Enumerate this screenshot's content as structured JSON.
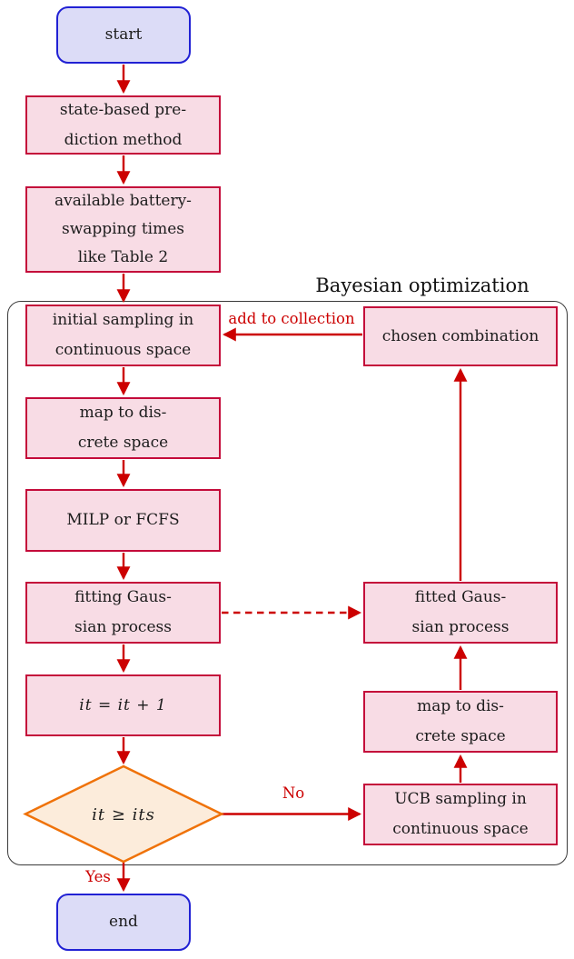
{
  "title": "Bayesian optimization flowchart",
  "group": {
    "label": "Bayesian optimization"
  },
  "nodes": {
    "start": {
      "label": "start"
    },
    "prediction": {
      "line1": "state-based pre-",
      "line2": "diction method"
    },
    "battery": {
      "line1": "available battery-",
      "line2": "swapping times",
      "line3": "like Table 2"
    },
    "initial_sampling": {
      "line1": "initial sampling in",
      "line2": "continuous space"
    },
    "map_discrete_left": {
      "line1": "map to dis-",
      "line2": "crete space"
    },
    "milp": {
      "label": "MILP or FCFS"
    },
    "fitting_gp": {
      "line1": "fitting Gaus-",
      "line2": "sian process"
    },
    "iteration": {
      "label": "it = it + 1"
    },
    "decision": {
      "label": "it ≥ its"
    },
    "chosen": {
      "label": "chosen combination"
    },
    "fitted_gp": {
      "line1": "fitted Gaus-",
      "line2": "sian process"
    },
    "map_discrete_right": {
      "line1": "map to dis-",
      "line2": "crete space"
    },
    "ucb": {
      "line1": "UCB sampling in",
      "line2": "continuous space"
    },
    "end": {
      "label": "end"
    }
  },
  "edge_labels": {
    "add_to_collection": "add to collection",
    "no": "No",
    "yes": "Yes"
  },
  "edges": [
    {
      "from": "start",
      "to": "prediction",
      "style": "solid"
    },
    {
      "from": "prediction",
      "to": "battery",
      "style": "solid"
    },
    {
      "from": "battery",
      "to": "initial_sampling",
      "style": "solid"
    },
    {
      "from": "initial_sampling",
      "to": "map_discrete_left",
      "style": "solid"
    },
    {
      "from": "map_discrete_left",
      "to": "milp",
      "style": "solid"
    },
    {
      "from": "milp",
      "to": "fitting_gp",
      "style": "solid"
    },
    {
      "from": "fitting_gp",
      "to": "iteration",
      "style": "solid"
    },
    {
      "from": "iteration",
      "to": "decision",
      "style": "solid"
    },
    {
      "from": "decision",
      "to": "ucb",
      "style": "solid",
      "label": "No"
    },
    {
      "from": "decision",
      "to": "end",
      "style": "solid",
      "label": "Yes"
    },
    {
      "from": "fitting_gp",
      "to": "fitted_gp",
      "style": "dashed"
    },
    {
      "from": "ucb",
      "to": "map_discrete_right",
      "style": "solid"
    },
    {
      "from": "map_discrete_right",
      "to": "fitted_gp",
      "style": "solid"
    },
    {
      "from": "fitted_gp",
      "to": "chosen",
      "style": "solid"
    },
    {
      "from": "chosen",
      "to": "initial_sampling",
      "style": "solid",
      "label": "add to collection"
    }
  ],
  "colors": {
    "arrow_red": "#cc0000",
    "process_fill": "#f8dce5",
    "process_border": "#c40b3a",
    "terminal_fill": "#dcdcf7",
    "terminal_border": "#2121d4",
    "decision_fill": "#fcecdb",
    "decision_border": "#ef7209",
    "group_border": "#3a3a3a",
    "text": "#1c1c1c"
  }
}
